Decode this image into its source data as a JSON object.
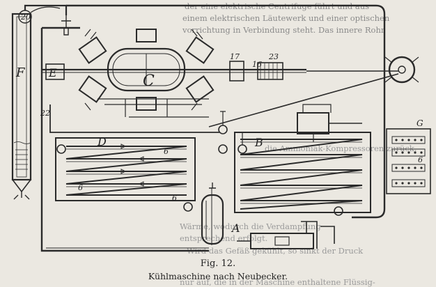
{
  "caption": {
    "figure": "Fig. 12.",
    "title": "Kühlmaschine nach Neubecker."
  },
  "labels": {
    "n20": "20",
    "n17": "17",
    "n23": "23",
    "n16": "16",
    "n22": "22",
    "n6a": "6",
    "n6b": "6",
    "n6c": "6",
    "n6d": "6",
    "C": "C",
    "E": "E",
    "F": "F",
    "D": "D",
    "B": "B",
    "A": "A",
    "G": "G"
  },
  "visible_text_lines": [
    "der eine elektrische Centrifuge führt und aus",
    "einem elektrischen Läutewerk und einer optischen",
    "vorrichtung in Verbindung steht. Das innere Rohr",
    "die Ammoniak-Kompressoren zurück.",
    "Wärme, wodurch die Verdampfung",
    "entsprechend erfolgt.",
    "Wird das Gefäß gekühlt, so sinkt der Druck",
    "nur auf, die in der Maschine enthaltene Flüssig-"
  ]
}
